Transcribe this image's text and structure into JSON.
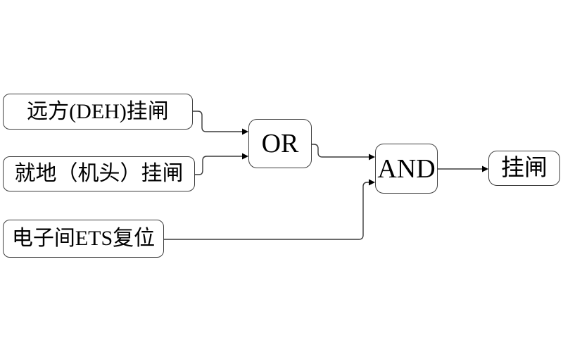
{
  "diagram": {
    "input_nodes": [
      {
        "id": "remote-deh",
        "label": "远方(DEH)挂闸"
      },
      {
        "id": "local-head",
        "label": "就地（机头）挂闸"
      },
      {
        "id": "ets-reset",
        "label": "电子间ETS复位"
      }
    ],
    "gate_nodes": [
      {
        "id": "or",
        "label": "OR"
      },
      {
        "id": "and",
        "label": "AND"
      }
    ],
    "output_node": {
      "label": "挂闸"
    },
    "colors": {
      "background": "#ffffff",
      "node_border": "#3f3f3f",
      "connector": "#3a3a3a",
      "arrowhead": "#000000",
      "text": "#000000"
    }
  }
}
